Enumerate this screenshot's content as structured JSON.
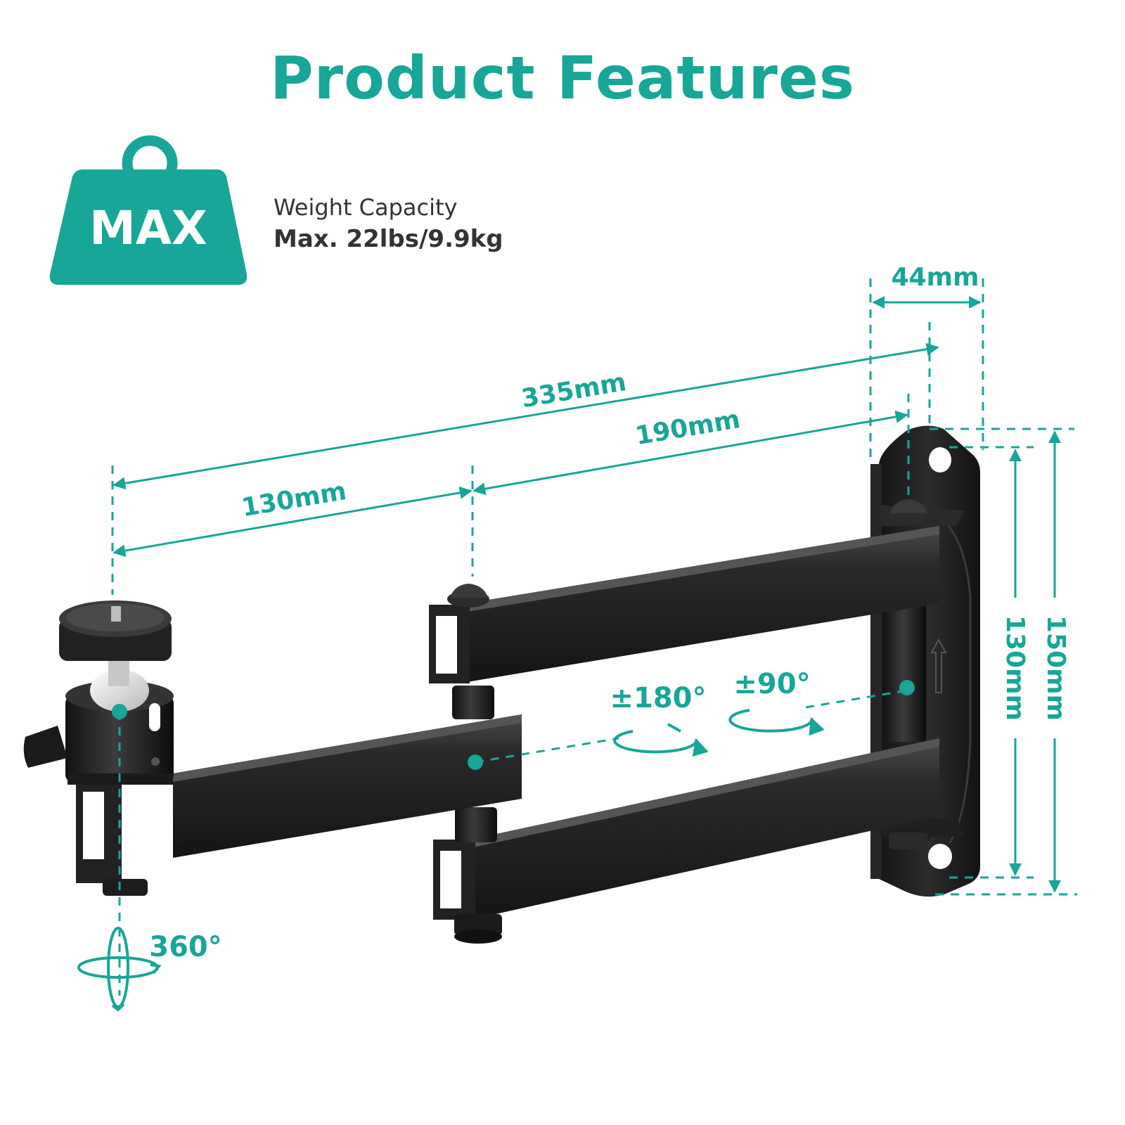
{
  "title": "Product Features",
  "capacity": {
    "badge": "MAX",
    "label": "Weight Capacity",
    "value": "Max. 22lbs/9.9kg"
  },
  "dimensions": {
    "total_length": "335mm",
    "arm_long": "190mm",
    "arm_short": "130mm",
    "plate_depth": "44mm",
    "plate_height": "150mm",
    "hole_spacing": "130mm"
  },
  "rotations": {
    "head": "360°",
    "middle_joint": "±180°",
    "wall_joint": "±90°"
  },
  "colors": {
    "accent": "#17a698",
    "text": "#333333",
    "metal": "#1e1e1e"
  }
}
